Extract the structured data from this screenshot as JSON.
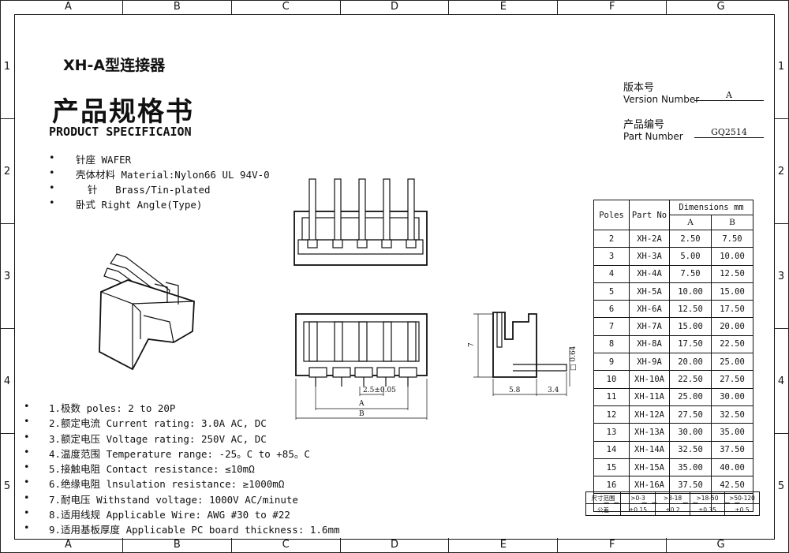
{
  "ruler": {
    "columns": [
      "A",
      "B",
      "C",
      "D",
      "E",
      "F",
      "G"
    ],
    "rows": [
      "1",
      "2",
      "3",
      "4",
      "5"
    ]
  },
  "header": {
    "model_title": "XH-A型连接器",
    "spec_cn": "产品规格书",
    "spec_en": "PRODUCT SPECIFICAION"
  },
  "features": [
    {
      "bullet": "•",
      "text": "针座 WAFER"
    },
    {
      "bullet": "•",
      "text": "壳体材料 Material:Nylon66 UL 94V-0"
    },
    {
      "bullet": "•",
      "text": "  针   Brass/Tin-plated"
    },
    {
      "bullet": "•",
      "text": "卧式  Right Angle(Type)"
    }
  ],
  "version": {
    "label_cn": "版本号",
    "label_en": "Version Number",
    "value": "A"
  },
  "part_number": {
    "label_cn": "产品编号",
    "label_en": "Part Number",
    "value": "GQ2514"
  },
  "dims_table": {
    "col_poles": "Poles",
    "col_part": "Part No",
    "col_dims": "Dimensions mm",
    "col_a": "A",
    "col_b": "B",
    "rows": [
      [
        "2",
        "XH-2A",
        "2.50",
        "7.50"
      ],
      [
        "3",
        "XH-3A",
        "5.00",
        "10.00"
      ],
      [
        "4",
        "XH-4A",
        "7.50",
        "12.50"
      ],
      [
        "5",
        "XH-5A",
        "10.00",
        "15.00"
      ],
      [
        "6",
        "XH-6A",
        "12.50",
        "17.50"
      ],
      [
        "7",
        "XH-7A",
        "15.00",
        "20.00"
      ],
      [
        "8",
        "XH-8A",
        "17.50",
        "22.50"
      ],
      [
        "9",
        "XH-9A",
        "20.00",
        "25.00"
      ],
      [
        "10",
        "XH-10A",
        "22.50",
        "27.50"
      ],
      [
        "11",
        "XH-11A",
        "25.00",
        "30.00"
      ],
      [
        "12",
        "XH-12A",
        "27.50",
        "32.50"
      ],
      [
        "13",
        "XH-13A",
        "30.00",
        "35.00"
      ],
      [
        "14",
        "XH-14A",
        "32.50",
        "37.50"
      ],
      [
        "15",
        "XH-15A",
        "35.00",
        "40.00"
      ],
      [
        "16",
        "XH-16A",
        "37.50",
        "42.50"
      ],
      [
        "— —",
        "— —",
        "— —",
        "— —"
      ]
    ]
  },
  "tolerance_table": {
    "row1": [
      "尺寸范围",
      ">0-3",
      ">3-18",
      ">18-50",
      ">50-120"
    ],
    "row2": [
      "公差",
      "±0.15",
      "±0.2",
      "±0.35",
      "±0.5"
    ]
  },
  "drawing_labels": {
    "pitch": "2.5±0.05",
    "dim_a": "A",
    "dim_b": "B",
    "side_58": "5.8",
    "side_34": "3.4",
    "side_064": "□ 0.64",
    "side_height": "7"
  },
  "notes": [
    {
      "bullet": "•",
      "text": "1.极数 poles: 2 to 20P"
    },
    {
      "bullet": "•",
      "text": "2.额定电流 Current rating: 3.0A AC, DC"
    },
    {
      "bullet": "•",
      "text": "3.额定电压 Voltage rating: 250V AC, DC"
    },
    {
      "bullet": "•",
      "text": "4.温度范围 Temperature range: -25。C to +85。C"
    },
    {
      "bullet": "•",
      "text": "5.接触电阻 Contact resistance: ≤10mΩ"
    },
    {
      "bullet": "•",
      "text": "6.绝缘电阻 lnsulation resistance: ≥1000mΩ"
    },
    {
      "bullet": "•",
      "text": "7.耐电压 Withstand voltage: 1000V AC/minute"
    },
    {
      "bullet": "•",
      "text": "8.适用线规 Applicable Wire: AWG #30 to #22"
    },
    {
      "bullet": "•",
      "text": "9.适用基板厚度 Applicable PC board thickness: 1.6mm"
    }
  ]
}
